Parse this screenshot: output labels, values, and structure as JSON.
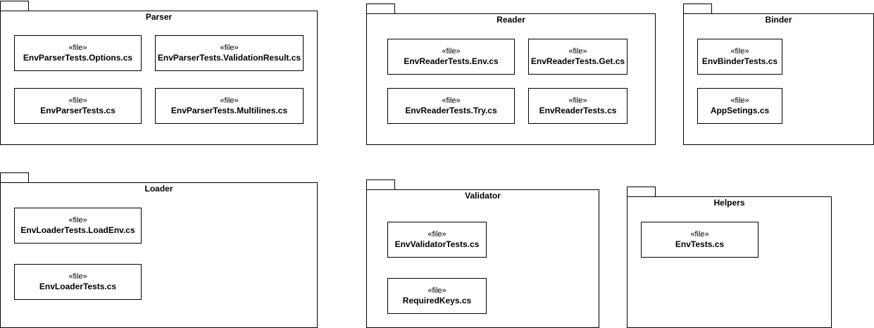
{
  "stereotype": "«file»",
  "packages": {
    "parser": {
      "title": "Parser",
      "files": [
        "EnvParserTests.Options.cs",
        "EnvParserTests.ValidationResult.cs",
        "EnvParserTests.cs",
        "EnvParserTests.Multilines.cs"
      ]
    },
    "reader": {
      "title": "Reader",
      "files": [
        "EnvReaderTests.Env.cs",
        "EnvReaderTests.Get.cs",
        "EnvReaderTests.Try.cs",
        "EnvReaderTests.cs"
      ]
    },
    "binder": {
      "title": "Binder",
      "files": [
        "EnvBinderTests.cs",
        "AppSetings.cs"
      ]
    },
    "loader": {
      "title": "Loader",
      "files": [
        "EnvLoaderTests.LoadEnv.cs",
        "EnvLoaderTests.cs"
      ]
    },
    "validator": {
      "title": "Validator",
      "files": [
        "EnvValidatorTests.cs",
        "RequiredKeys.cs"
      ]
    },
    "helpers": {
      "title": "Helpers",
      "files": [
        "EnvTests.cs"
      ]
    }
  }
}
